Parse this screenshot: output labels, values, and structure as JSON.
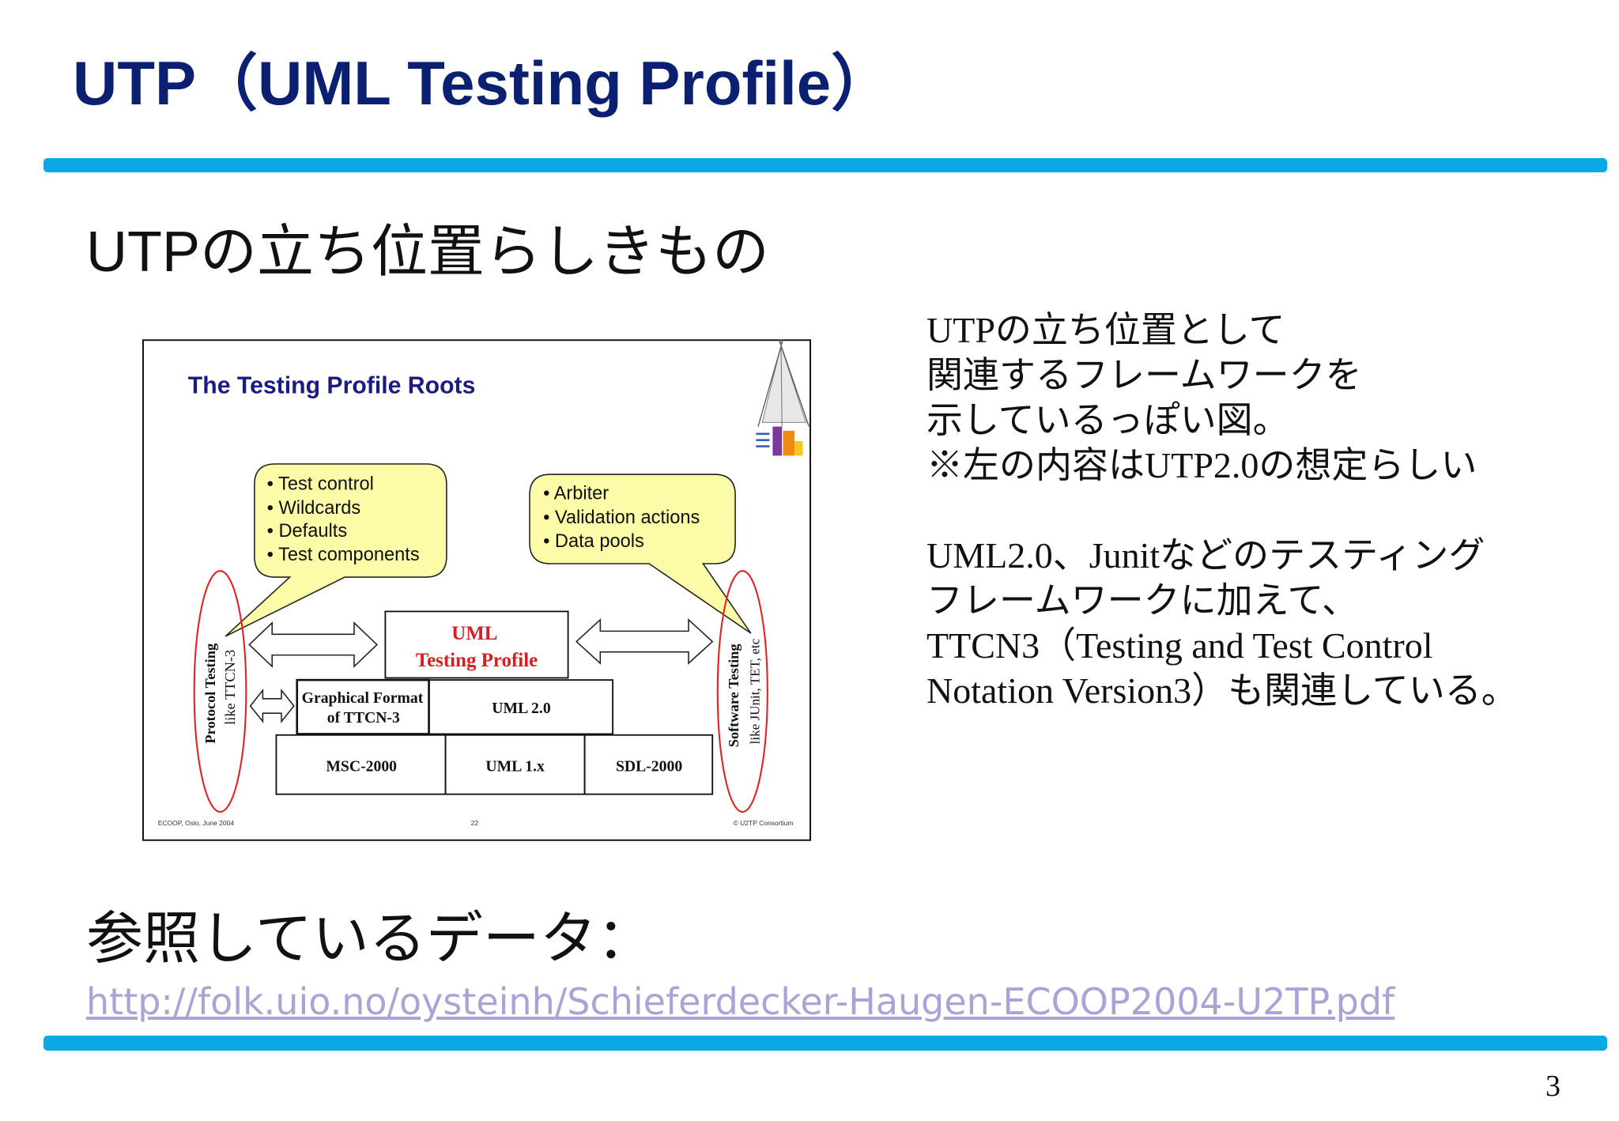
{
  "slide": {
    "title": "UTP（UML Testing Profile）",
    "subtitle": "UTPの立ち位置らしきもの",
    "page_number": "3"
  },
  "colors": {
    "accent_bar": "#0aa8e4",
    "title": "#0b2070",
    "link": "#a9a3d6",
    "diagram_title": "#1c1c80",
    "callout_fill": "#fbfba8",
    "ellipse_stroke": "#e02424",
    "utp_label": "#d42020"
  },
  "diagram": {
    "title": "The Testing Profile Roots",
    "logo_icon": "uml-teepee-logo-icon",
    "left_callout": [
      "• Test control",
      "• Wildcards",
      "• Defaults",
      "• Test components"
    ],
    "right_callout": [
      "• Arbiter",
      "• Validation actions",
      "• Data pools"
    ],
    "left_ellipse": [
      "Protocol Testing",
      "like TTCN-3"
    ],
    "right_ellipse": [
      "Software Testing",
      "like JUnit, TET, etc"
    ],
    "boxes": {
      "utp": [
        "UML",
        "Testing Profile"
      ],
      "graphical_format": [
        "Graphical Format",
        "of TTCN-3"
      ],
      "uml20": "UML 2.0",
      "msc2000": "MSC-2000",
      "uml1x": "UML 1.x",
      "sdl2000": "SDL-2000"
    },
    "footer": {
      "left": "ECOOP, Oslo, June 2004",
      "center": "22",
      "right": "© U2TP Consortium"
    }
  },
  "notes": {
    "paragraph_1": [
      "UTPの立ち位置として",
      "関連するフレームワークを",
      "示しているっぽい図。",
      "※左の内容はUTP2.0の想定らしい"
    ],
    "paragraph_2": [
      "UML2.0、Junitなどのテスティング",
      "フレームワークに加えて、",
      "TTCN3（Testing and Test Control",
      "Notation Version3）も関連している。"
    ]
  },
  "reference": {
    "label": "参照しているデータ：",
    "url": "http://folk.uio.no/oysteinh/Schieferdecker-Haugen-ECOOP2004-U2TP.pdf"
  }
}
